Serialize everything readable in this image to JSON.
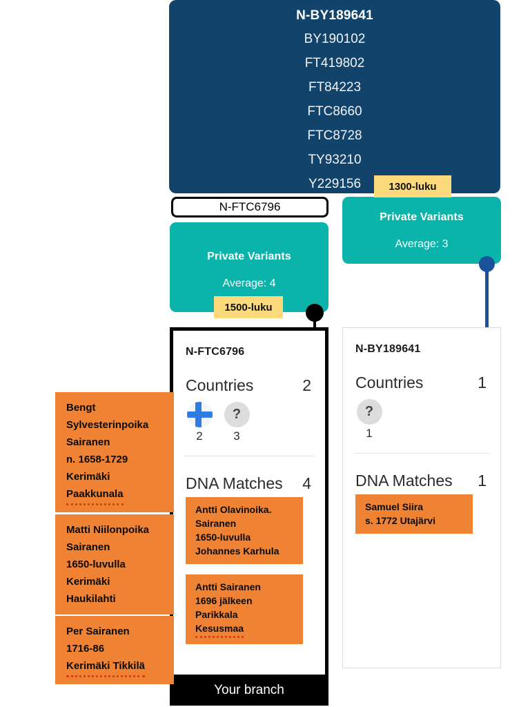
{
  "haplogroup_panel": {
    "head": "N-BY189641",
    "rows": [
      "BY190102",
      "FT419802",
      "FT84223",
      "FTC8660",
      "FTC8728",
      "TY93210",
      "Y229156"
    ],
    "color": "#12436b"
  },
  "branch_label": {
    "text": "N-FTC6796"
  },
  "private_variants": {
    "left": {
      "title": "Private Variants",
      "average": "Average: 4",
      "era": "1500-luku"
    },
    "right": {
      "title": "Private Variants",
      "average": "Average: 3",
      "era": "1300-luku"
    },
    "color": "#0ab4aa",
    "era_color": "#fcd97a"
  },
  "cards": [
    {
      "title": "N-FTC6796",
      "countries_label": "Countries",
      "countries_count": "2",
      "flags": [
        {
          "icon": "finland-flag-icon",
          "count": "2"
        },
        {
          "icon": "question-mark-icon",
          "count": "3"
        }
      ],
      "dna_label": "DNA Matches",
      "dna_count": "4",
      "matches": [
        {
          "lines": [
            "Antti Olavinoika.",
            "Sairanen",
            "1650-luvulla",
            "Johannes Karhula"
          ]
        },
        {
          "lines": [
            "Antti Sairanen",
            "1696 jälkeen",
            "Parikkala",
            "Kesusmaa"
          ]
        }
      ],
      "footer": "Your branch"
    },
    {
      "title": "N-BY189641",
      "countries_label": "Countries",
      "countries_count": "1",
      "flags": [
        {
          "icon": "question-mark-icon",
          "count": "1"
        }
      ],
      "dna_label": "DNA Matches",
      "dna_count": "1",
      "matches": [
        {
          "lines": [
            "Samuel Siira",
            "s. 1772 Utajärvi"
          ]
        }
      ]
    }
  ],
  "notes": [
    {
      "lines": [
        "Bengt",
        "Sylvesterinpoika",
        "Sairanen",
        "n. 1658-1729",
        "Kerimäki",
        "Paakkunala"
      ]
    },
    {
      "lines": [
        "Matti Niilonpoika",
        "Sairanen",
        "1650-luvulla",
        "Kerimäki",
        "Haukilahti"
      ]
    },
    {
      "lines": [
        "Per Sairanen",
        "1716-86",
        "Kerimäki Tikkilä"
      ]
    }
  ],
  "note_color": "#ef8233"
}
